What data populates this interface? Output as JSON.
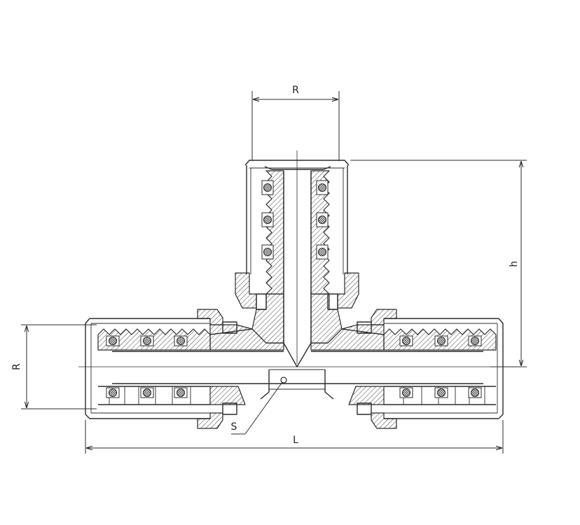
{
  "labels": {
    "top_width": "R",
    "side_diameter": "R",
    "branch_height": "h",
    "overall_length": "L",
    "sealing_point": "S"
  },
  "colors": {
    "line": "#2b2b2b",
    "background": "#ffffff"
  }
}
